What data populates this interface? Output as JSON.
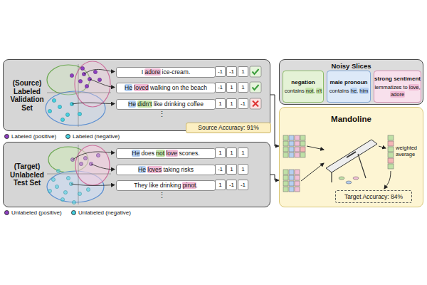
{
  "diagram": {
    "nodes": [
      {
        "text": [
          "(Source) Labeled Validation Set"
        ]
      },
      {
        "text": [
          "I adore ice-cream."
        ],
        "in": 0
      },
      {
        "text": [
          "He loved walking on the beach"
        ],
        "in": 0
      },
      {
        "text": [
          "He didn't like drinking coffee"
        ],
        "in": 0
      },
      {
        "text": [
          "Source Accuracy: 91%"
        ],
        "in": 0
      },
      {
        "text": [
          "(Target) Unlabeled Test Set"
        ]
      },
      {
        "text": [
          "He does not love scones."
        ],
        "in": 5
      },
      {
        "text": [
          "He loves taking risks"
        ],
        "in": 5
      },
      {
        "text": [
          "They like drinking pinot."
        ],
        "in": 5
      },
      {
        "text": [
          "Noisy Slices"
        ]
      },
      {
        "text": [
          "negation",
          "contains not, n't"
        ],
        "in": 9
      },
      {
        "text": [
          "male pronoun",
          "contains he, him"
        ],
        "in": 9
      },
      {
        "text": [
          "strong sentiment",
          "lemmatizes to love, adore"
        ],
        "in": 9
      },
      {
        "text": [
          "Mandoline"
        ]
      },
      {
        "text": [
          "Target Accuracy: 84%"
        ],
        "in": 13
      }
    ],
    "edges": [
      {
        "from": 0,
        "to": 13,
        "arrow": "to"
      },
      {
        "from": 5,
        "to": 13,
        "arrow": "to"
      }
    ],
    "labels": [
      "-1",
      "-1",
      "1",
      "-1",
      "1",
      "1",
      "1",
      "1",
      "-1",
      "⋮",
      "1",
      "1",
      "1",
      "-1",
      "1",
      "1",
      "1",
      "-1",
      "-1",
      "⋮",
      "weighted average"
    ],
    "legend": [
      {
        "text": "Labeled (positive)",
        "color": "#8e3fc2"
      },
      {
        "text": "Labeled (negative)",
        "color": "#45d0e0"
      },
      {
        "text": "Unlabeled (positive)",
        "color": "#8e3fc2"
      },
      {
        "text": "Unlabeled (negative)",
        "color": "#45d0e0"
      }
    ]
  }
}
